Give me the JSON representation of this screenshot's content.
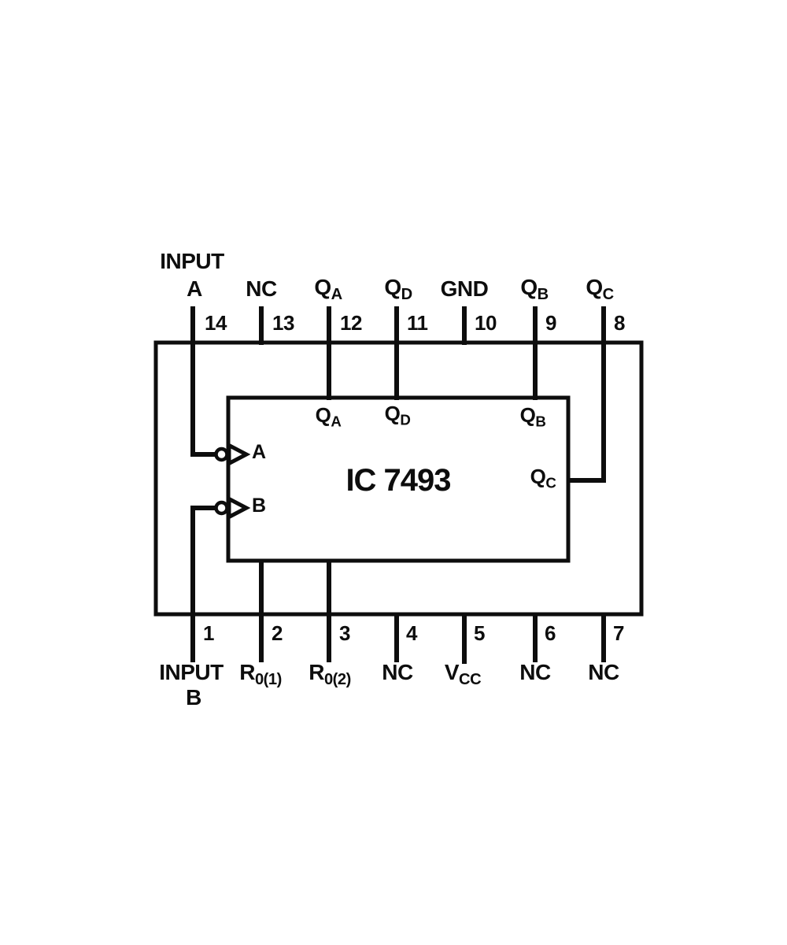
{
  "page": {
    "background_color": "#ffffff",
    "line_color": "#0d0d0d"
  },
  "ic": {
    "title": "IC 7493"
  },
  "top_pins": [
    {
      "number": "14",
      "label": "INPUT",
      "label_line2": "A",
      "sub": ""
    },
    {
      "number": "13",
      "label": "NC",
      "sub": ""
    },
    {
      "number": "12",
      "label": "Q",
      "sub": "A"
    },
    {
      "number": "11",
      "label": "Q",
      "sub": "D"
    },
    {
      "number": "10",
      "label": "GND",
      "sub": ""
    },
    {
      "number": "9",
      "label": "Q",
      "sub": "B"
    },
    {
      "number": "8",
      "label": "Q",
      "sub": "C"
    }
  ],
  "bottom_pins": [
    {
      "number": "1",
      "label": "INPUT",
      "label_line2": "B",
      "sub": ""
    },
    {
      "number": "2",
      "label": "R",
      "sub": "0(1)"
    },
    {
      "number": "3",
      "label": "R",
      "sub": "0(2)"
    },
    {
      "number": "4",
      "label": "NC",
      "sub": ""
    },
    {
      "number": "5",
      "label": "V",
      "sub": "CC"
    },
    {
      "number": "6",
      "label": "NC",
      "sub": ""
    },
    {
      "number": "7",
      "label": "NC",
      "sub": ""
    }
  ],
  "inner_labels": {
    "qa": {
      "main": "Q",
      "sub": "A"
    },
    "qd": {
      "main": "Q",
      "sub": "D"
    },
    "qb": {
      "main": "Q",
      "sub": "B"
    },
    "qc": {
      "main": "Q",
      "sub": "C"
    },
    "buffer_a": "A",
    "buffer_b": "B"
  },
  "symbols": {
    "buffer_a_icon": "input-buffer-with-bubble",
    "buffer_b_icon": "input-buffer-with-bubble"
  }
}
